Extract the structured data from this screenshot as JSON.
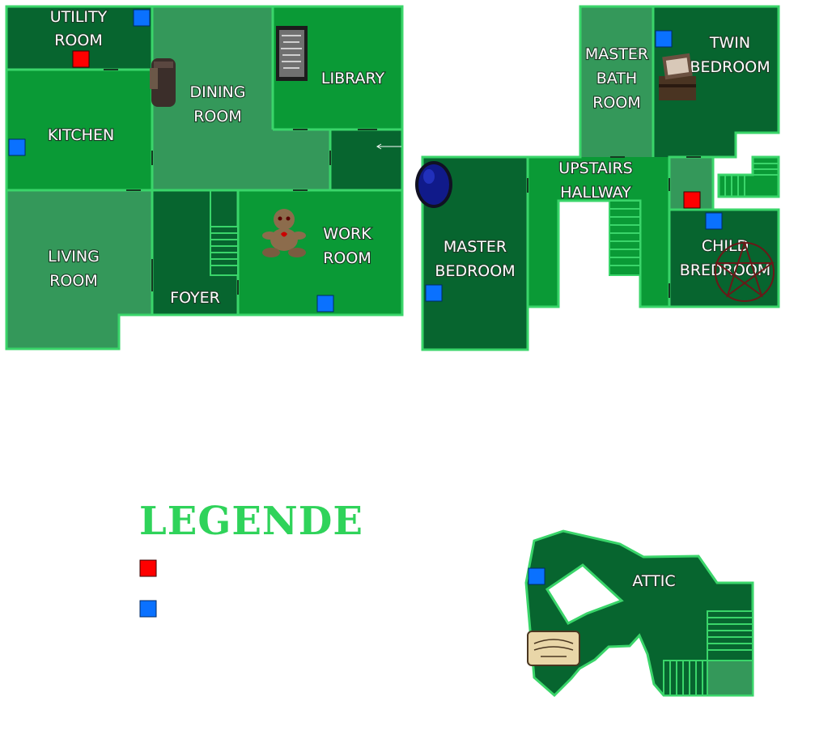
{
  "colors": {
    "dark_green": "#07652f",
    "mid_green": "#0a9a36",
    "light_green": "#34985a",
    "wall": "#3ad56a",
    "marker_red": "#ff0000",
    "marker_blue": "#0a71ff",
    "legend": "#2fd35a"
  },
  "ground_floor": {
    "rooms": {
      "utility_room": [
        "UTILITY",
        "ROOM"
      ],
      "dining_room": [
        "DINING",
        "ROOM"
      ],
      "library": [
        "LIBRARY"
      ],
      "kitchen": [
        "KITCHEN"
      ],
      "living_room": [
        "LIVING",
        "ROOM"
      ],
      "foyer": [
        "FOYER"
      ],
      "work_room": [
        "WORK",
        "ROOM"
      ]
    },
    "items": [
      "jar-icon",
      "bone-painting-icon",
      "voodoo-doll-icon"
    ]
  },
  "upper_floor": {
    "rooms": {
      "master_bath_room": [
        "MASTER",
        "BATH",
        "ROOM"
      ],
      "twin_bedroom": [
        "TWIN",
        "BEDROOM"
      ],
      "upstairs_hallway": [
        "UPSTAIRS",
        "HALLWAY"
      ],
      "master_bedroom": [
        "MASTER",
        "BEDROOM"
      ],
      "child_bedroom": [
        "CHILD",
        "BREDROOM"
      ]
    },
    "items": [
      "mirror-icon",
      "music-box-icon",
      "pentagram-icon"
    ]
  },
  "attic": {
    "rooms": {
      "attic": [
        "ATTIC"
      ]
    },
    "items": [
      "ouija-board-icon"
    ]
  },
  "legend": {
    "title": "LEGENDE",
    "entries": [
      {
        "color": "#ff0000",
        "label": ""
      },
      {
        "color": "#0a71ff",
        "label": ""
      }
    ]
  }
}
